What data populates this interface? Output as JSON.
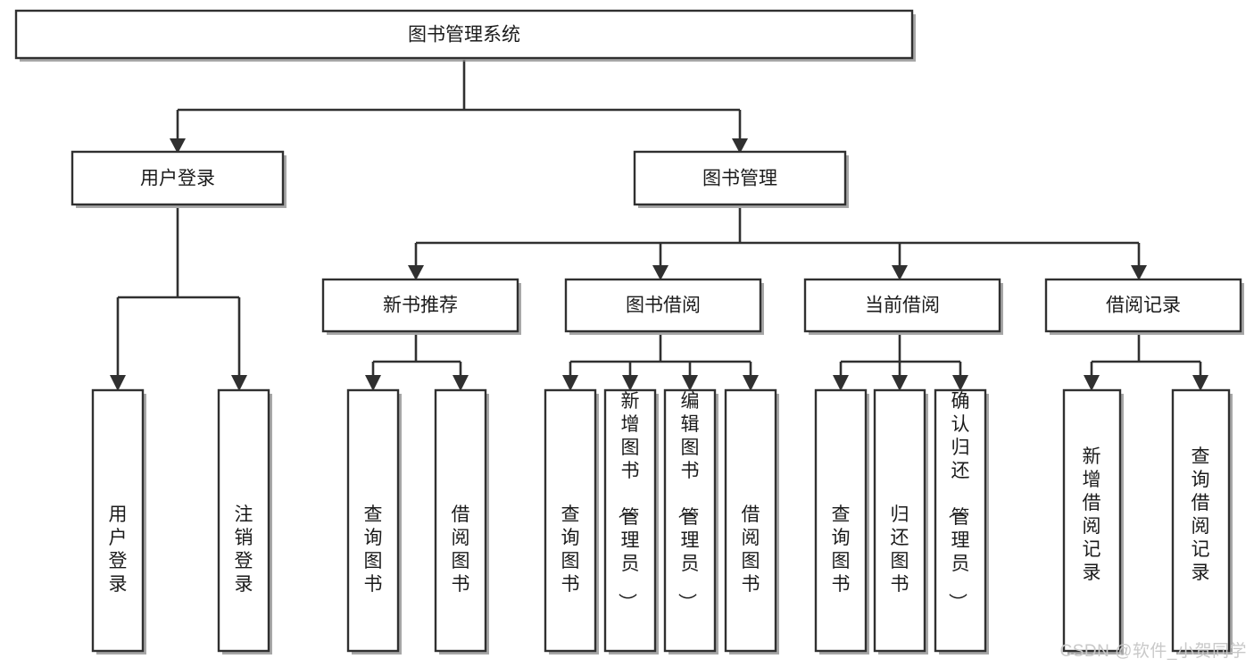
{
  "diagram": {
    "type": "tree-hierarchy",
    "title": "图书管理系统",
    "orientation": "top-down",
    "background_color": "#ffffff",
    "line_color": "#303030",
    "box_fill": "#ffffff",
    "text_color": "#1b1b1b",
    "levels": 4,
    "nodes": {
      "root": {
        "label": "图书管理系统",
        "level": 0,
        "orientation": "horizontal"
      },
      "user_login": {
        "label": "用户登录",
        "level": 1,
        "orientation": "horizontal"
      },
      "book_manage": {
        "label": "图书管理",
        "level": 1,
        "orientation": "horizontal"
      },
      "new_book_rec": {
        "label": "新书推荐",
        "level": 2,
        "orientation": "horizontal"
      },
      "book_borrow": {
        "label": "图书借阅",
        "level": 2,
        "orientation": "horizontal"
      },
      "current_borrow": {
        "label": "当前借阅",
        "level": 2,
        "orientation": "horizontal"
      },
      "borrow_record": {
        "label": "借阅记录",
        "level": 2,
        "orientation": "horizontal"
      },
      "leaf_user_login": {
        "label": "用户登录",
        "level": 3,
        "orientation": "vertical"
      },
      "leaf_user_logout": {
        "label": "注销登录",
        "level": 3,
        "orientation": "vertical"
      },
      "leaf_rec_query": {
        "label": "查询图书",
        "level": 3,
        "orientation": "vertical"
      },
      "leaf_rec_borrow": {
        "label": "借阅图书",
        "level": 3,
        "orientation": "vertical"
      },
      "leaf_bb_query": {
        "label": "查询图书",
        "level": 3,
        "orientation": "vertical"
      },
      "leaf_bb_add": {
        "label": "新增图书（管理员）",
        "level": 3,
        "orientation": "vertical"
      },
      "leaf_bb_edit": {
        "label": "编辑图书（管理员）",
        "level": 3,
        "orientation": "vertical"
      },
      "leaf_bb_borrow": {
        "label": "借阅图书",
        "level": 3,
        "orientation": "vertical"
      },
      "leaf_cb_query": {
        "label": "查询图书",
        "level": 3,
        "orientation": "vertical"
      },
      "leaf_cb_return": {
        "label": "归还图书",
        "level": 3,
        "orientation": "vertical"
      },
      "leaf_cb_confirm": {
        "label": "确认归还（管理员）",
        "level": 3,
        "orientation": "vertical"
      },
      "leaf_br_add": {
        "label": "新增借阅记录",
        "level": 3,
        "orientation": "vertical"
      },
      "leaf_br_query": {
        "label": "查询借阅记录",
        "level": 3,
        "orientation": "vertical"
      }
    },
    "edges": [
      {
        "from": "root",
        "to": "user_login"
      },
      {
        "from": "root",
        "to": "book_manage"
      },
      {
        "from": "book_manage",
        "to": "new_book_rec"
      },
      {
        "from": "book_manage",
        "to": "book_borrow"
      },
      {
        "from": "book_manage",
        "to": "current_borrow"
      },
      {
        "from": "book_manage",
        "to": "borrow_record"
      },
      {
        "from": "user_login",
        "to": "leaf_user_login"
      },
      {
        "from": "user_login",
        "to": "leaf_user_logout"
      },
      {
        "from": "new_book_rec",
        "to": "leaf_rec_query"
      },
      {
        "from": "new_book_rec",
        "to": "leaf_rec_borrow"
      },
      {
        "from": "book_borrow",
        "to": "leaf_bb_query"
      },
      {
        "from": "book_borrow",
        "to": "leaf_bb_add"
      },
      {
        "from": "book_borrow",
        "to": "leaf_bb_edit"
      },
      {
        "from": "book_borrow",
        "to": "leaf_bb_borrow"
      },
      {
        "from": "current_borrow",
        "to": "leaf_cb_query"
      },
      {
        "from": "current_borrow",
        "to": "leaf_cb_return"
      },
      {
        "from": "current_borrow",
        "to": "leaf_cb_confirm"
      },
      {
        "from": "borrow_record",
        "to": "leaf_br_add"
      },
      {
        "from": "borrow_record",
        "to": "leaf_br_query"
      }
    ]
  },
  "watermark": {
    "text": "CSDN @软件_小贺同学",
    "color": "#c9c9c9"
  }
}
